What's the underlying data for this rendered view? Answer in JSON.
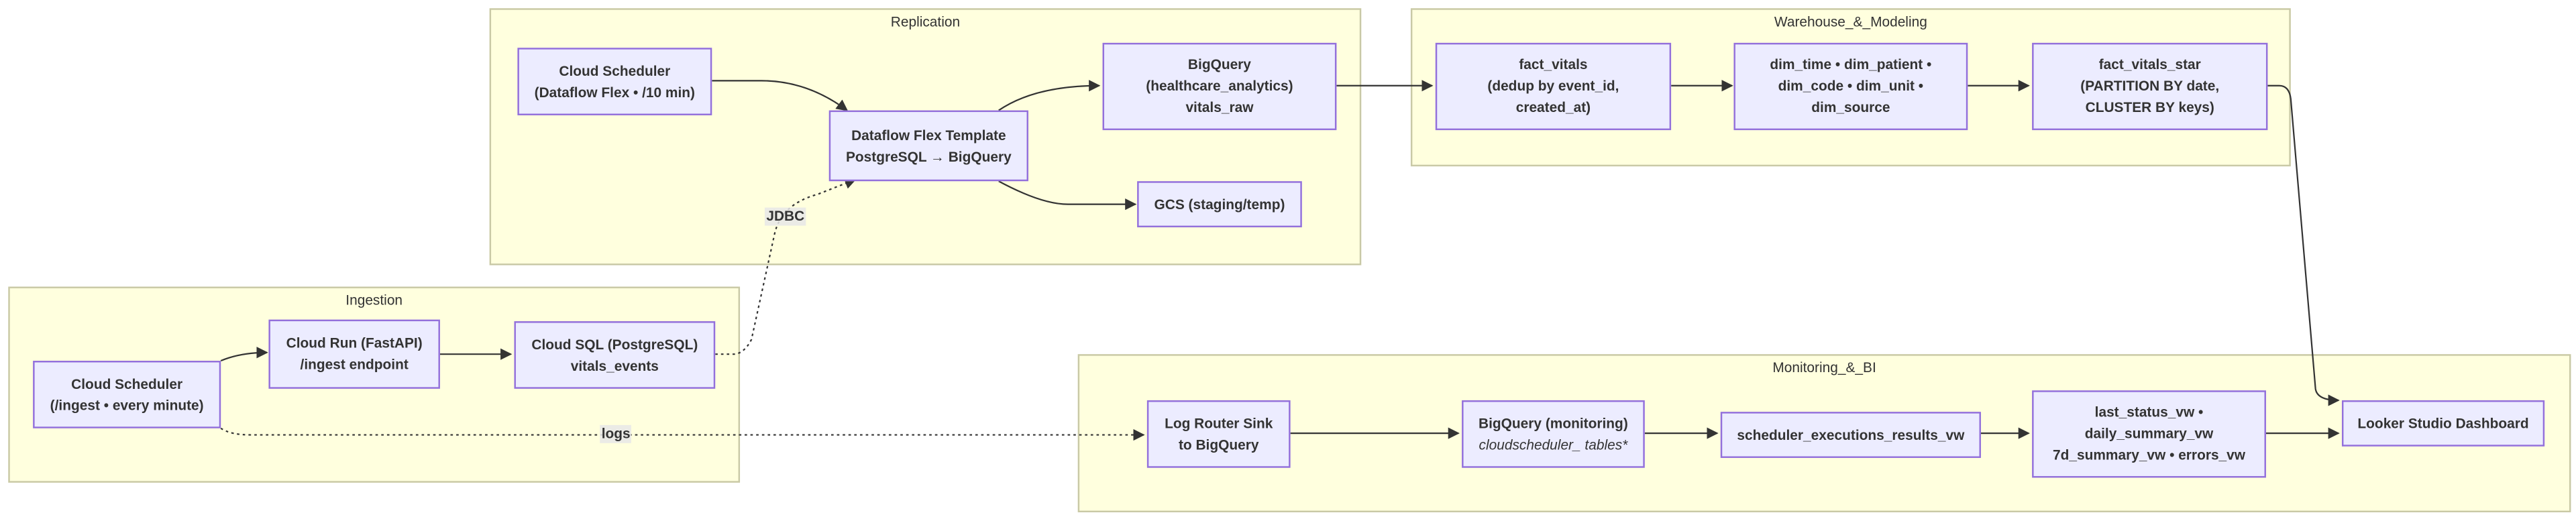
{
  "clusters": {
    "replication": "Replication",
    "warehouse": "Warehouse_&_Modeling",
    "ingestion": "Ingestion",
    "monitoring": "Monitoring_&_BI"
  },
  "nodes": {
    "scheduler_flex": [
      "Cloud Scheduler",
      "(Dataflow Flex • /10 min)"
    ],
    "dataflow": [
      "Dataflow Flex Template",
      "PostgreSQL → BigQuery"
    ],
    "bq_raw": [
      "BigQuery",
      "(healthcare_analytics)",
      "vitals_raw"
    ],
    "gcs": [
      "GCS (staging/temp)"
    ],
    "fact_vitals": [
      "fact_vitals",
      "(dedup by event_id,",
      "created_at)"
    ],
    "dims": [
      "dim_time • dim_patient •",
      "dim_code • dim_unit •",
      "dim_source"
    ],
    "fact_star": [
      "fact_vitals_star",
      "(PARTITION BY date,",
      "CLUSTER BY keys)"
    ],
    "scheduler_ingest": [
      "Cloud Scheduler",
      "(/ingest • every minute)"
    ],
    "cloud_run": [
      "Cloud Run (FastAPI)",
      "/ingest endpoint"
    ],
    "cloud_sql": [
      "Cloud SQL (PostgreSQL)",
      "vitals_events"
    ],
    "log_sink": [
      "Log Router Sink",
      "to BigQuery"
    ],
    "bq_monitoring": [
      "BigQuery (monitoring)",
      "cloudscheduler_ tables*"
    ],
    "scheduler_results": [
      "scheduler_executions_results_vw"
    ],
    "views": [
      "last_status_vw •",
      "daily_summary_vw",
      "7d_summary_vw • errors_vw"
    ],
    "looker": [
      "Looker Studio Dashboard"
    ]
  },
  "edge_labels": {
    "jdbc": "JDBC",
    "logs": "logs"
  },
  "colors": {
    "cluster_fill": "#ffffde",
    "cluster_border": "#c9c9a6",
    "node_fill": "#ececff",
    "node_border": "#9370db",
    "edge": "#333333"
  }
}
